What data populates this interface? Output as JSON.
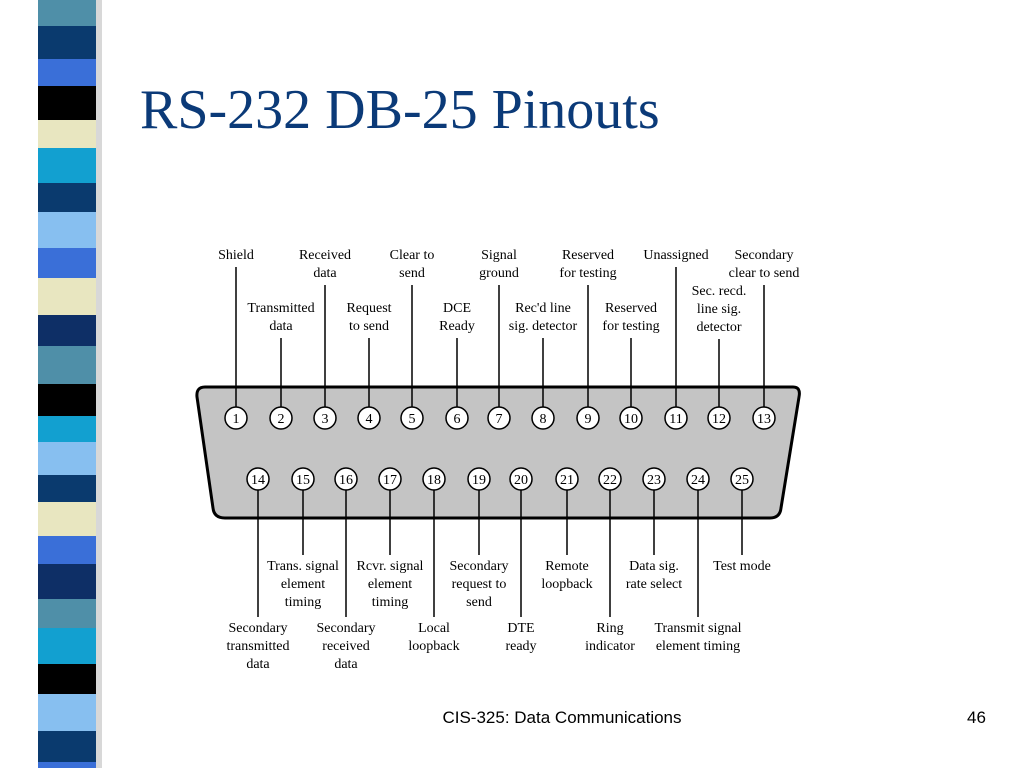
{
  "slide": {
    "title": "RS-232 DB-25 Pinouts",
    "footer": "CIS-325: Data Communications",
    "page_number": "46"
  },
  "colors": {
    "title": "#0b3a78",
    "connector_fill": "#c4c4c4",
    "stripe_palette": [
      "#4f8fa8",
      "#0a3a6e",
      "#3a6fd8",
      "#000000",
      "#e8e6c0",
      "#12a0d0",
      "#87bff0",
      "#0e2f66"
    ]
  },
  "connector": {
    "top_row_pins": [
      "1",
      "2",
      "3",
      "4",
      "5",
      "6",
      "7",
      "8",
      "9",
      "10",
      "11",
      "12",
      "13"
    ],
    "bottom_row_pins": [
      "14",
      "15",
      "16",
      "17",
      "18",
      "19",
      "20",
      "21",
      "22",
      "23",
      "24",
      "25"
    ]
  },
  "labels": {
    "p1": [
      "Shield"
    ],
    "p2": [
      "Transmitted",
      "data"
    ],
    "p3": [
      "Received",
      "data"
    ],
    "p4": [
      "Request",
      "to send"
    ],
    "p5": [
      "Clear to",
      "send"
    ],
    "p6": [
      "DCE",
      "Ready"
    ],
    "p7": [
      "Signal",
      "ground"
    ],
    "p8": [
      "Rec'd line",
      "sig. detector"
    ],
    "p9": [
      "Reserved",
      "for testing"
    ],
    "p10": [
      "Reserved",
      "for testing"
    ],
    "p11": [
      "Unassigned"
    ],
    "p12": [
      "Sec. recd.",
      "line sig.",
      "detector"
    ],
    "p13": [
      "Secondary",
      "clear to send"
    ],
    "p14": [
      "Secondary",
      "transmitted",
      "data"
    ],
    "p15": [
      "Trans. signal",
      "element",
      "timing"
    ],
    "p16": [
      "Secondary",
      "received",
      "data"
    ],
    "p17": [
      "Rcvr. signal",
      "element",
      "timing"
    ],
    "p18": [
      "Local",
      "loopback"
    ],
    "p19": [
      "Secondary",
      "request to",
      "send"
    ],
    "p20": [
      "DTE",
      "ready"
    ],
    "p21": [
      "Remote",
      "loopback"
    ],
    "p22": [
      "Ring",
      "indicator"
    ],
    "p23": [
      "Data sig.",
      "rate select"
    ],
    "p24": [
      "Transmit signal",
      "element timing"
    ],
    "p25": [
      "Test mode"
    ]
  }
}
